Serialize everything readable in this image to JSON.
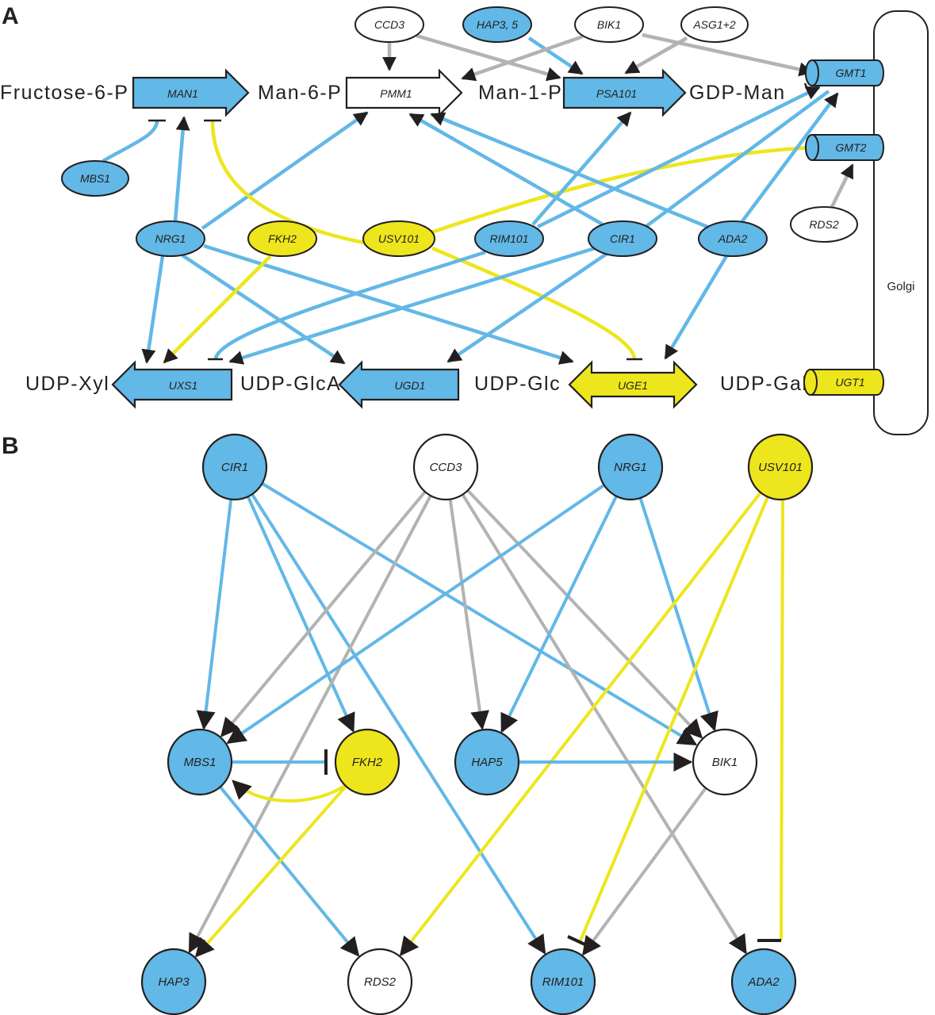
{
  "colors": {
    "blue": "#62b8e6",
    "yellow": "#ede61c",
    "white": "#ffffff",
    "gray": "#b3b3b3",
    "outline": "#231f20"
  },
  "panel_a": {
    "label": "A",
    "metabolites": [
      {
        "id": "f6p",
        "text": "Fructose-6-P"
      },
      {
        "id": "m6p",
        "text": "Man-6-P"
      },
      {
        "id": "m1p",
        "text": "Man-1-P"
      },
      {
        "id": "gdpman",
        "text": "GDP-Man"
      },
      {
        "id": "udpxyl",
        "text": "UDP-Xyl"
      },
      {
        "id": "udpglca",
        "text": "UDP-GlcA"
      },
      {
        "id": "udpglc",
        "text": "UDP-Glc"
      },
      {
        "id": "udpgal",
        "text": "UDP-Gal"
      }
    ],
    "enzymes": [
      {
        "id": "MAN1",
        "label": "MAN1",
        "color": "blue",
        "shape": "arrow-right"
      },
      {
        "id": "PMM1",
        "label": "PMM1",
        "color": "white",
        "shape": "arrow-right"
      },
      {
        "id": "PSA101",
        "label": "PSA101",
        "color": "blue",
        "shape": "arrow-right"
      },
      {
        "id": "UXS1",
        "label": "UXS1",
        "color": "blue",
        "shape": "arrow-left"
      },
      {
        "id": "UGD1",
        "label": "UGD1",
        "color": "blue",
        "shape": "arrow-left"
      },
      {
        "id": "UGE1",
        "label": "UGE1",
        "color": "yellow",
        "shape": "arrow-double"
      },
      {
        "id": "GMT1",
        "label": "GMT1",
        "color": "blue",
        "shape": "cylinder"
      },
      {
        "id": "GMT2",
        "label": "GMT2",
        "color": "blue",
        "shape": "cylinder"
      },
      {
        "id": "UGT1",
        "label": "UGT1",
        "color": "yellow",
        "shape": "cylinder"
      }
    ],
    "regulators": [
      {
        "id": "CCD3",
        "label": "CCD3",
        "color": "white"
      },
      {
        "id": "HAP35",
        "label": "HAP3, 5",
        "color": "blue"
      },
      {
        "id": "BIK1",
        "label": "BIK1",
        "color": "white"
      },
      {
        "id": "ASG12",
        "label": "ASG1+2",
        "color": "white"
      },
      {
        "id": "MBS1",
        "label": "MBS1",
        "color": "blue"
      },
      {
        "id": "RDS2",
        "label": "RDS2",
        "color": "white"
      },
      {
        "id": "NRG1",
        "label": "NRG1",
        "color": "blue"
      },
      {
        "id": "FKH2",
        "label": "FKH2",
        "color": "yellow"
      },
      {
        "id": "USV101",
        "label": "USV101",
        "color": "yellow"
      },
      {
        "id": "RIM101",
        "label": "RIM101",
        "color": "blue"
      },
      {
        "id": "CIR1",
        "label": "CIR1",
        "color": "blue"
      },
      {
        "id": "ADA2",
        "label": "ADA2",
        "color": "blue"
      }
    ],
    "compartment": {
      "label": "Golgi"
    },
    "edges": [
      {
        "from": "CCD3",
        "to": "PMM1",
        "color": "gray",
        "type": "activation"
      },
      {
        "from": "CCD3",
        "to": "PSA101",
        "color": "gray",
        "type": "activation"
      },
      {
        "from": "HAP35",
        "to": "PSA101",
        "color": "blue",
        "type": "activation"
      },
      {
        "from": "BIK1",
        "to": "PMM1",
        "color": "gray",
        "type": "activation"
      },
      {
        "from": "BIK1",
        "to": "GMT1",
        "color": "gray",
        "type": "activation"
      },
      {
        "from": "ASG12",
        "to": "PSA101",
        "color": "gray",
        "type": "activation"
      },
      {
        "from": "MBS1",
        "to": "MAN1",
        "color": "blue",
        "type": "repression"
      },
      {
        "from": "NRG1",
        "to": "MAN1",
        "color": "blue",
        "type": "activation"
      },
      {
        "from": "NRG1",
        "to": "PMM1",
        "color": "blue",
        "type": "activation"
      },
      {
        "from": "NRG1",
        "to": "UXS1",
        "color": "blue",
        "type": "activation"
      },
      {
        "from": "NRG1",
        "to": "UGD1",
        "color": "blue",
        "type": "activation"
      },
      {
        "from": "NRG1",
        "to": "UGE1",
        "color": "blue",
        "type": "activation"
      },
      {
        "from": "FKH2",
        "to": "UXS1",
        "color": "yellow",
        "type": "activation"
      },
      {
        "from": "USV101",
        "to": "MAN1",
        "color": "yellow",
        "type": "repression"
      },
      {
        "from": "USV101",
        "to": "GMT2",
        "color": "yellow",
        "type": "repression"
      },
      {
        "from": "USV101",
        "to": "UGE1",
        "color": "yellow",
        "type": "repression"
      },
      {
        "from": "RIM101",
        "to": "PSA101",
        "color": "blue",
        "type": "activation"
      },
      {
        "from": "RIM101",
        "to": "GMT1",
        "color": "blue",
        "type": "activation"
      },
      {
        "from": "RIM101",
        "to": "UXS1",
        "color": "blue",
        "type": "repression"
      },
      {
        "from": "CIR1",
        "to": "PMM1",
        "color": "blue",
        "type": "activation"
      },
      {
        "from": "CIR1",
        "to": "GMT1",
        "color": "blue",
        "type": "repression"
      },
      {
        "from": "CIR1",
        "to": "UXS1",
        "color": "blue",
        "type": "activation"
      },
      {
        "from": "CIR1",
        "to": "UGD1",
        "color": "blue",
        "type": "activation"
      },
      {
        "from": "ADA2",
        "to": "PMM1",
        "color": "blue",
        "type": "activation"
      },
      {
        "from": "ADA2",
        "to": "GMT1",
        "color": "blue",
        "type": "activation"
      },
      {
        "from": "ADA2",
        "to": "UGE1",
        "color": "blue",
        "type": "activation"
      },
      {
        "from": "RDS2",
        "to": "GMT2",
        "color": "gray",
        "type": "activation"
      }
    ]
  },
  "panel_b": {
    "label": "B",
    "nodes": [
      {
        "id": "CIR1",
        "label": "CIR1",
        "color": "blue"
      },
      {
        "id": "CCD3",
        "label": "CCD3",
        "color": "white"
      },
      {
        "id": "NRG1",
        "label": "NRG1",
        "color": "blue"
      },
      {
        "id": "USV101",
        "label": "USV101",
        "color": "yellow"
      },
      {
        "id": "MBS1",
        "label": "MBS1",
        "color": "blue"
      },
      {
        "id": "FKH2",
        "label": "FKH2",
        "color": "yellow"
      },
      {
        "id": "HAP5",
        "label": "HAP5",
        "color": "blue"
      },
      {
        "id": "BIK1",
        "label": "BIK1",
        "color": "white"
      },
      {
        "id": "HAP3",
        "label": "HAP3",
        "color": "blue"
      },
      {
        "id": "RDS2",
        "label": "RDS2",
        "color": "white"
      },
      {
        "id": "RIM101",
        "label": "RIM101",
        "color": "blue"
      },
      {
        "id": "ADA2",
        "label": "ADA2",
        "color": "blue"
      }
    ],
    "edges": [
      {
        "from": "CIR1",
        "to": "MBS1",
        "color": "blue",
        "type": "activation"
      },
      {
        "from": "CIR1",
        "to": "FKH2",
        "color": "blue",
        "type": "activation"
      },
      {
        "from": "CIR1",
        "to": "RIM101",
        "color": "blue",
        "type": "activation"
      },
      {
        "from": "CIR1",
        "to": "BIK1",
        "color": "blue",
        "type": "activation"
      },
      {
        "from": "CCD3",
        "to": "MBS1",
        "color": "gray",
        "type": "activation"
      },
      {
        "from": "CCD3",
        "to": "HAP3",
        "color": "gray",
        "type": "activation"
      },
      {
        "from": "CCD3",
        "to": "HAP5",
        "color": "gray",
        "type": "activation"
      },
      {
        "from": "CCD3",
        "to": "BIK1",
        "color": "gray",
        "type": "activation"
      },
      {
        "from": "CCD3",
        "to": "ADA2",
        "color": "gray",
        "type": "activation"
      },
      {
        "from": "NRG1",
        "to": "MBS1",
        "color": "blue",
        "type": "activation"
      },
      {
        "from": "NRG1",
        "to": "HAP5",
        "color": "blue",
        "type": "activation"
      },
      {
        "from": "NRG1",
        "to": "BIK1",
        "color": "blue",
        "type": "activation"
      },
      {
        "from": "USV101",
        "to": "RDS2",
        "color": "yellow",
        "type": "activation"
      },
      {
        "from": "USV101",
        "to": "RIM101",
        "color": "yellow",
        "type": "repression"
      },
      {
        "from": "USV101",
        "to": "ADA2",
        "color": "yellow",
        "type": "repression"
      },
      {
        "from": "MBS1",
        "to": "FKH2",
        "color": "blue",
        "type": "repression"
      },
      {
        "from": "MBS1",
        "to": "RDS2",
        "color": "blue",
        "type": "activation"
      },
      {
        "from": "FKH2",
        "to": "MBS1",
        "color": "yellow",
        "type": "activation"
      },
      {
        "from": "FKH2",
        "to": "HAP3",
        "color": "yellow",
        "type": "activation"
      },
      {
        "from": "HAP5",
        "to": "BIK1",
        "color": "blue",
        "type": "activation"
      },
      {
        "from": "BIK1",
        "to": "RIM101",
        "color": "gray",
        "type": "activation"
      }
    ]
  }
}
